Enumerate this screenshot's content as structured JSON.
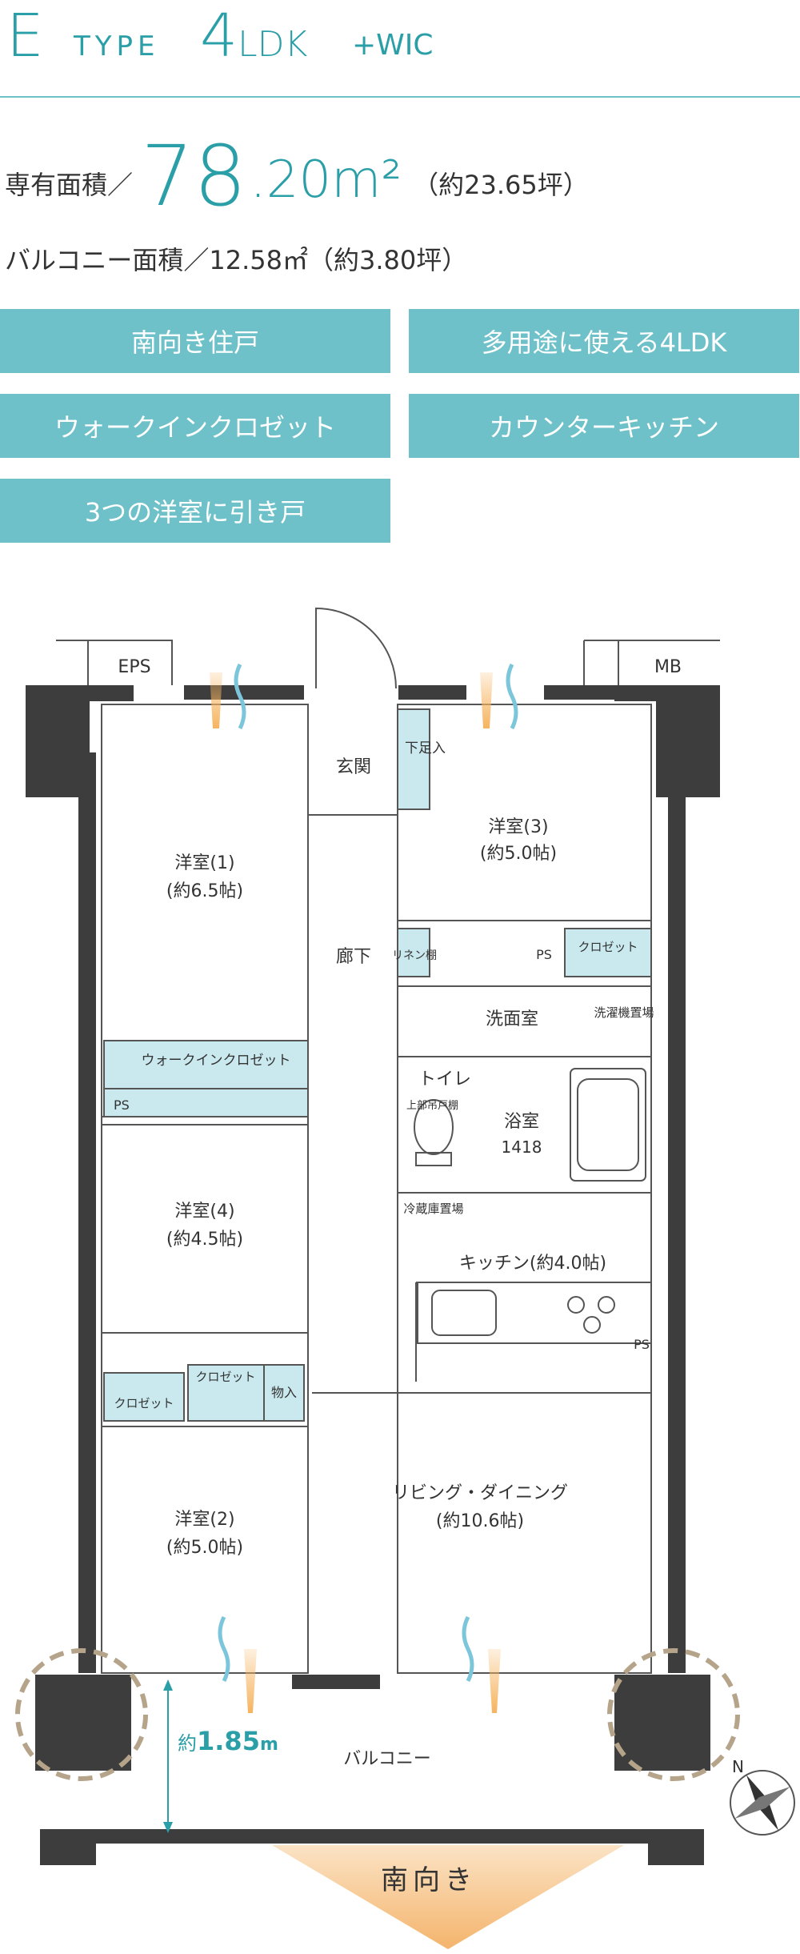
{
  "header": {
    "type_letter": "E",
    "type_word": "TYPE",
    "layout_main": "4",
    "layout_sub": "LDK",
    "layout_extra": "+WIC"
  },
  "area": {
    "label": "専有面積／",
    "value_int": "78",
    "value_dec": ".20",
    "unit": "m²",
    "tsubo": "（約23.65坪）"
  },
  "balcony_area": {
    "text": "バルコニー面積／12.58㎡（約3.80坪）"
  },
  "features": [
    "南向き住戸",
    "多用途に使える4LDK",
    "ウォークインクロゼット",
    "カウンターキッチン",
    "3つの洋室に引き戸"
  ],
  "floorplan": {
    "labels": {
      "eps": "EPS",
      "mb": "MB",
      "entrance": "玄関",
      "shoes": "下足入",
      "room3": "洋室(3)",
      "room3_size": "(約5.0帖)",
      "room1": "洋室(1)",
      "room1_size": "(約6.5帖)",
      "corridor": "廊下",
      "linen": "リネン棚",
      "ps": "PS",
      "closet": "クロゼット",
      "washroom": "洗面室",
      "washer": "洗濯機置場",
      "wic": "ウォークインクロゼット",
      "toilet": "トイレ",
      "upper_shelf": "上部吊戸棚",
      "bath": "浴室",
      "bath_size": "1418",
      "fridge": "冷蔵庫置場",
      "room4": "洋室(4)",
      "room4_size": "(約4.5帖)",
      "kitchen": "キッチン(約4.0帖)",
      "storage": "物入",
      "room2": "洋室(2)",
      "room2_size": "(約5.0帖)",
      "living": "リビング・ダイニング",
      "living_size": "(約10.6帖)",
      "balcony": "バルコニー",
      "balcony_depth_prefix": "約",
      "balcony_depth_value": "1.85",
      "balcony_depth_unit": "m",
      "south": "南向き",
      "compass_n": "N"
    }
  },
  "colors": {
    "accent": "#2a9fa8",
    "feature_bg": "#6fc1c9",
    "wall": "#3d3d3d",
    "storage_fill": "#c9e9ee",
    "airflow_orange": "#f6b45f",
    "airflow_blue": "#7cc6dc"
  }
}
